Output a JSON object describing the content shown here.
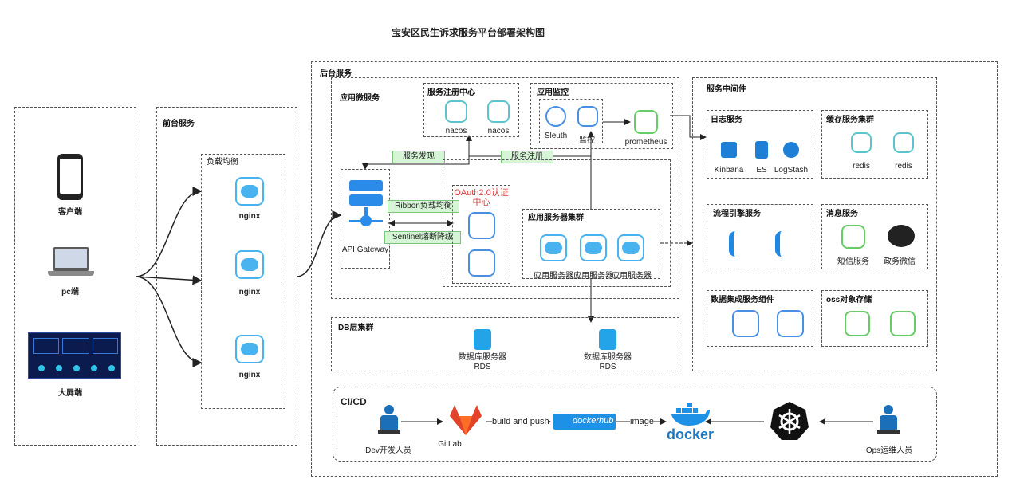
{
  "title": "宝安区民生诉求服务平台部署架构图",
  "clients": {
    "mobile_label": "客户端",
    "pc_label": "pc端",
    "screen_label": "大屏端"
  },
  "frontend": {
    "title": "前台服务",
    "lb_title": "负载均衡",
    "nginx": [
      "nginx",
      "nginx",
      "nginx"
    ]
  },
  "backend": {
    "title": "后台服务",
    "micro_title": "应用微服务",
    "registry_title": "服务注册中心",
    "nacos": [
      "nacos",
      "nacos"
    ],
    "monitor_title": "应用监控",
    "sleuth": "Sleuth",
    "watch": "监控",
    "prometheus": "prometheus",
    "service_discovery": "服务发现",
    "service_register": "服务注册",
    "gateway": "API Gateway",
    "ribbon": "Ribbon负载均衡",
    "sentinel": "Sentinel熔断降级",
    "oauth": "OAuth2.0认证中心",
    "app_cluster_title": "应用服务器集群",
    "app_servers": [
      "应用服务器",
      "应用服务器",
      "应用服务器"
    ],
    "db_title": "DB层集群",
    "db": [
      "数据库服务器RDS",
      "数据库服务器RDS"
    ]
  },
  "middleware": {
    "title": "服务中间件",
    "log_title": "日志服务",
    "log_items": [
      "Kinbana",
      "ES",
      "LogStash"
    ],
    "cache_title": "缓存服务集群",
    "cache_items": [
      "redis",
      "redis"
    ],
    "flow_title": "流程引擎服务",
    "msg_title": "消息服务",
    "msg_items": [
      "短信服务",
      "政务微信"
    ],
    "data_title": "数据集成服务组件",
    "oss_title": "oss对象存储"
  },
  "cicd": {
    "title": "CI/CD",
    "dev": "Dev开发人员",
    "gitlab": "GitLab",
    "build_push": "build and push",
    "dockerhub": "dockerhub",
    "image": "image",
    "docker": "docker",
    "ops": "Ops运维人员"
  },
  "colors": {
    "cloud_blue": "#49b3ef",
    "tag_green": "#d6f5d6",
    "oauth_red": "#e03c3c",
    "docker_blue": "#1d91e6"
  },
  "icons": {
    "mobile": "phone-icon",
    "pc": "laptop-icon",
    "screen": "dashboard-screen-icon",
    "nginx": "cloud-server-icon",
    "gateway": "gateway-server-icon",
    "mysql": "mysql-icon",
    "k8s": "kubernetes-icon"
  }
}
